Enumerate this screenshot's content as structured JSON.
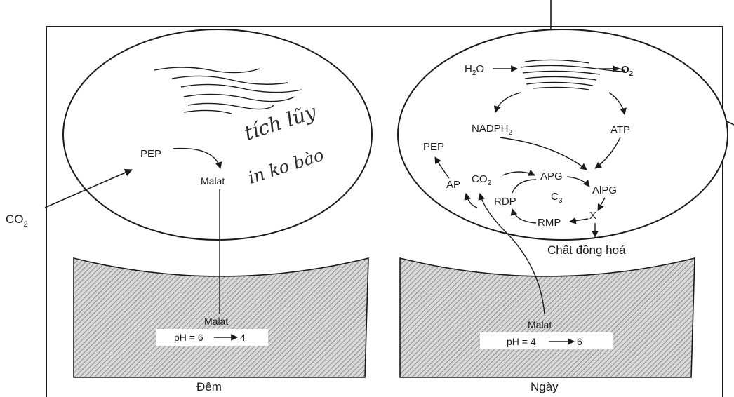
{
  "figure": {
    "external_co2": "CO",
    "external_co2_sub": "2",
    "night": {
      "caption": "Đêm",
      "pep": "PEP",
      "malat": "Malat",
      "handwriting_line1": "tích lũy",
      "handwriting_line2": "in ko bào",
      "vacuole_malat": "Malat",
      "vacuole_ph": "pH = 6",
      "vacuole_ph_end": "4"
    },
    "day": {
      "caption": "Ngày",
      "h2o": "H",
      "h2o_sub": "2",
      "h2o_end": "O",
      "o2": "O",
      "o2_sub": "2",
      "nadph": "NADPH",
      "nadph_sub": "2",
      "atp": "ATP",
      "pep": "PEP",
      "ap": "AP",
      "co2": "CO",
      "co2_sub": "2",
      "apg": "APG",
      "c3": "C",
      "c3_sub": "3",
      "alpg": "AlPG",
      "rdp": "RDP",
      "x": "X",
      "rmp": "RMP",
      "product": "Chất đồng hoá",
      "vacuole_malat": "Malat",
      "vacuole_ph": "pH = 4",
      "vacuole_ph_end": "6"
    }
  }
}
